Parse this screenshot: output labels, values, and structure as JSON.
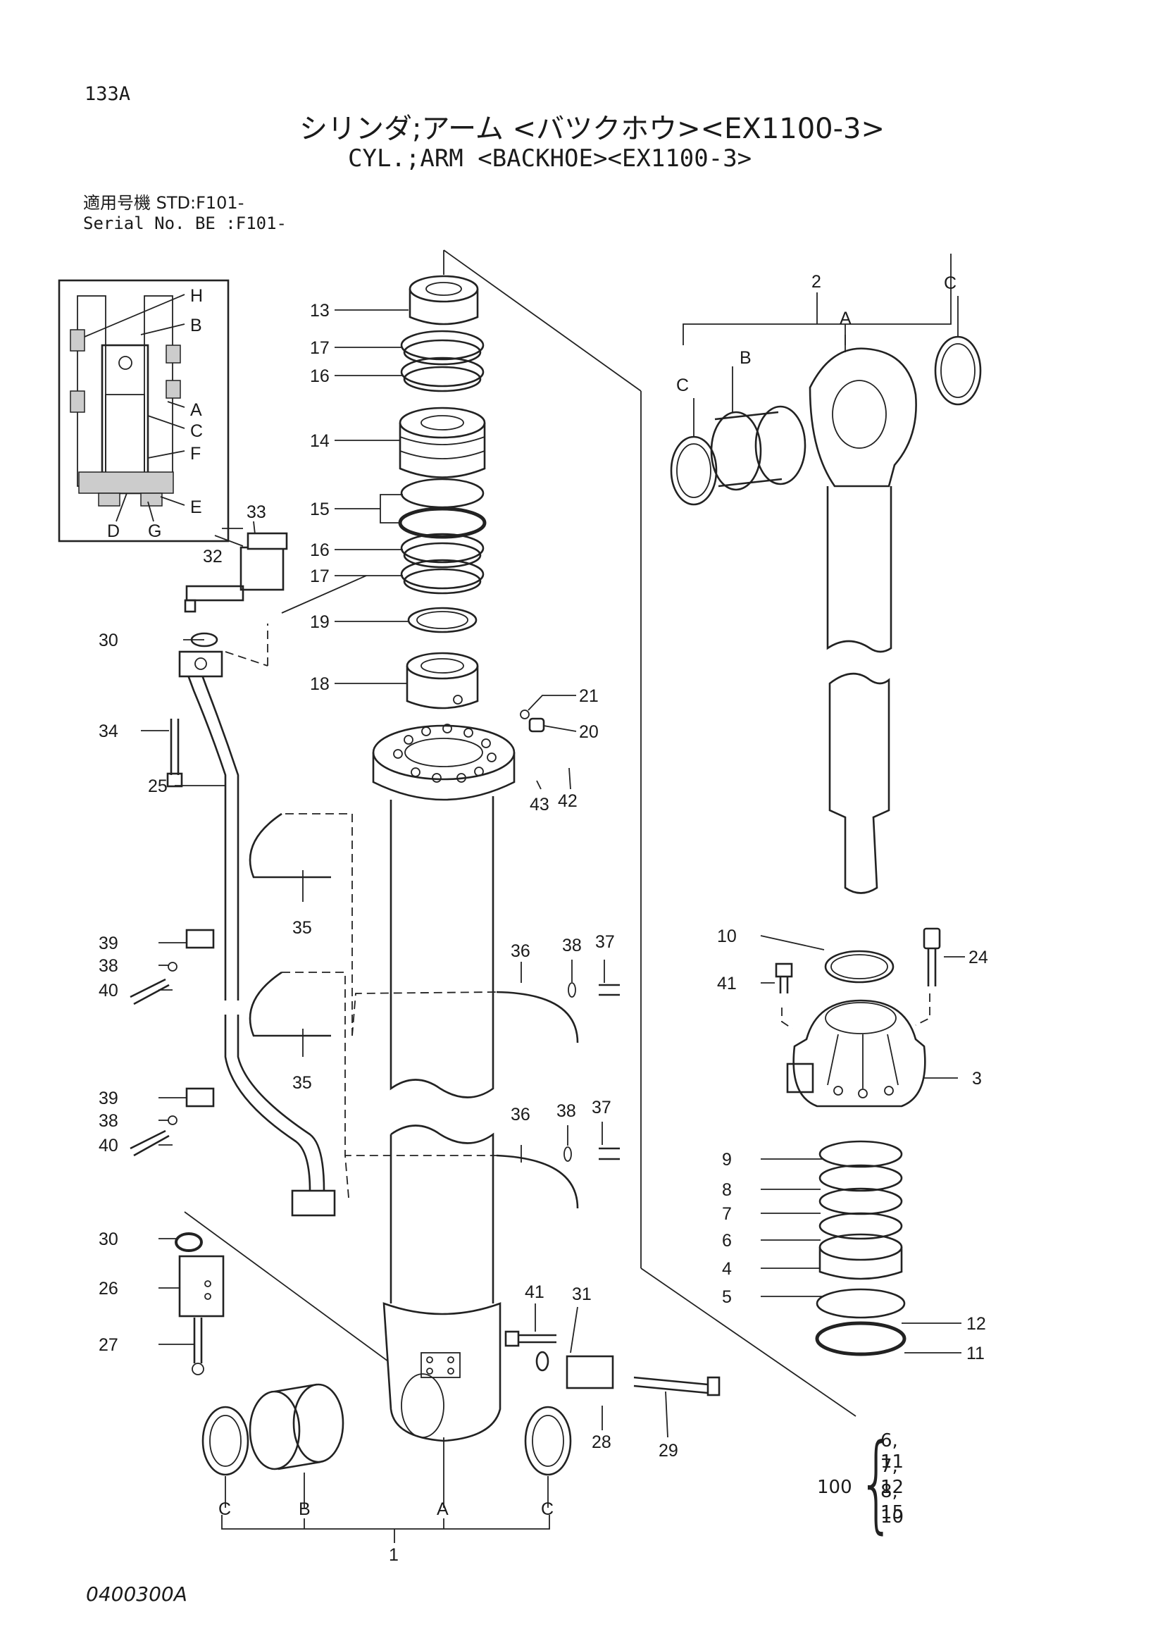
{
  "header": {
    "page_code": "133A",
    "title_jp": "シリンダ;アーム <バツクホウ><EX1100-3>",
    "title_en": "CYL.;ARM <BACKHOE><EX1100-3>",
    "applicability_jp": "適用号機  STD:F101-",
    "applicability_en": "Serial No.  BE :F101-"
  },
  "callouts": {
    "c1": "1",
    "c2": "2",
    "c3": "3",
    "c4": "4",
    "c5": "5",
    "c6": "6",
    "c7": "7",
    "c8": "8",
    "c9": "9",
    "c10": "10",
    "c11": "11",
    "c12": "12",
    "c13": "13",
    "c14": "14",
    "c15": "15",
    "c16": "16",
    "c17": "17",
    "c18": "18",
    "c19": "19",
    "c20": "20",
    "c21": "21",
    "c24": "24",
    "c25": "25",
    "c26": "26",
    "c27": "27",
    "c28": "28",
    "c29": "29",
    "c30": "30",
    "c31": "31",
    "c32": "32",
    "c33": "33",
    "c34": "34",
    "c35": "35",
    "c36": "36",
    "c37": "37",
    "c38": "38",
    "c39": "39",
    "c40": "40",
    "c41": "41",
    "c42": "42",
    "c43": "43"
  },
  "letters": {
    "A": "A",
    "B": "B",
    "C": "C",
    "D": "D",
    "E": "E",
    "F": "F",
    "G": "G",
    "H": "H"
  },
  "kit": {
    "number": "100",
    "items": [
      "6, 11",
      "7, 12",
      "8, 15",
      "10"
    ]
  },
  "footer": {
    "drawing_number": "0400300A"
  }
}
